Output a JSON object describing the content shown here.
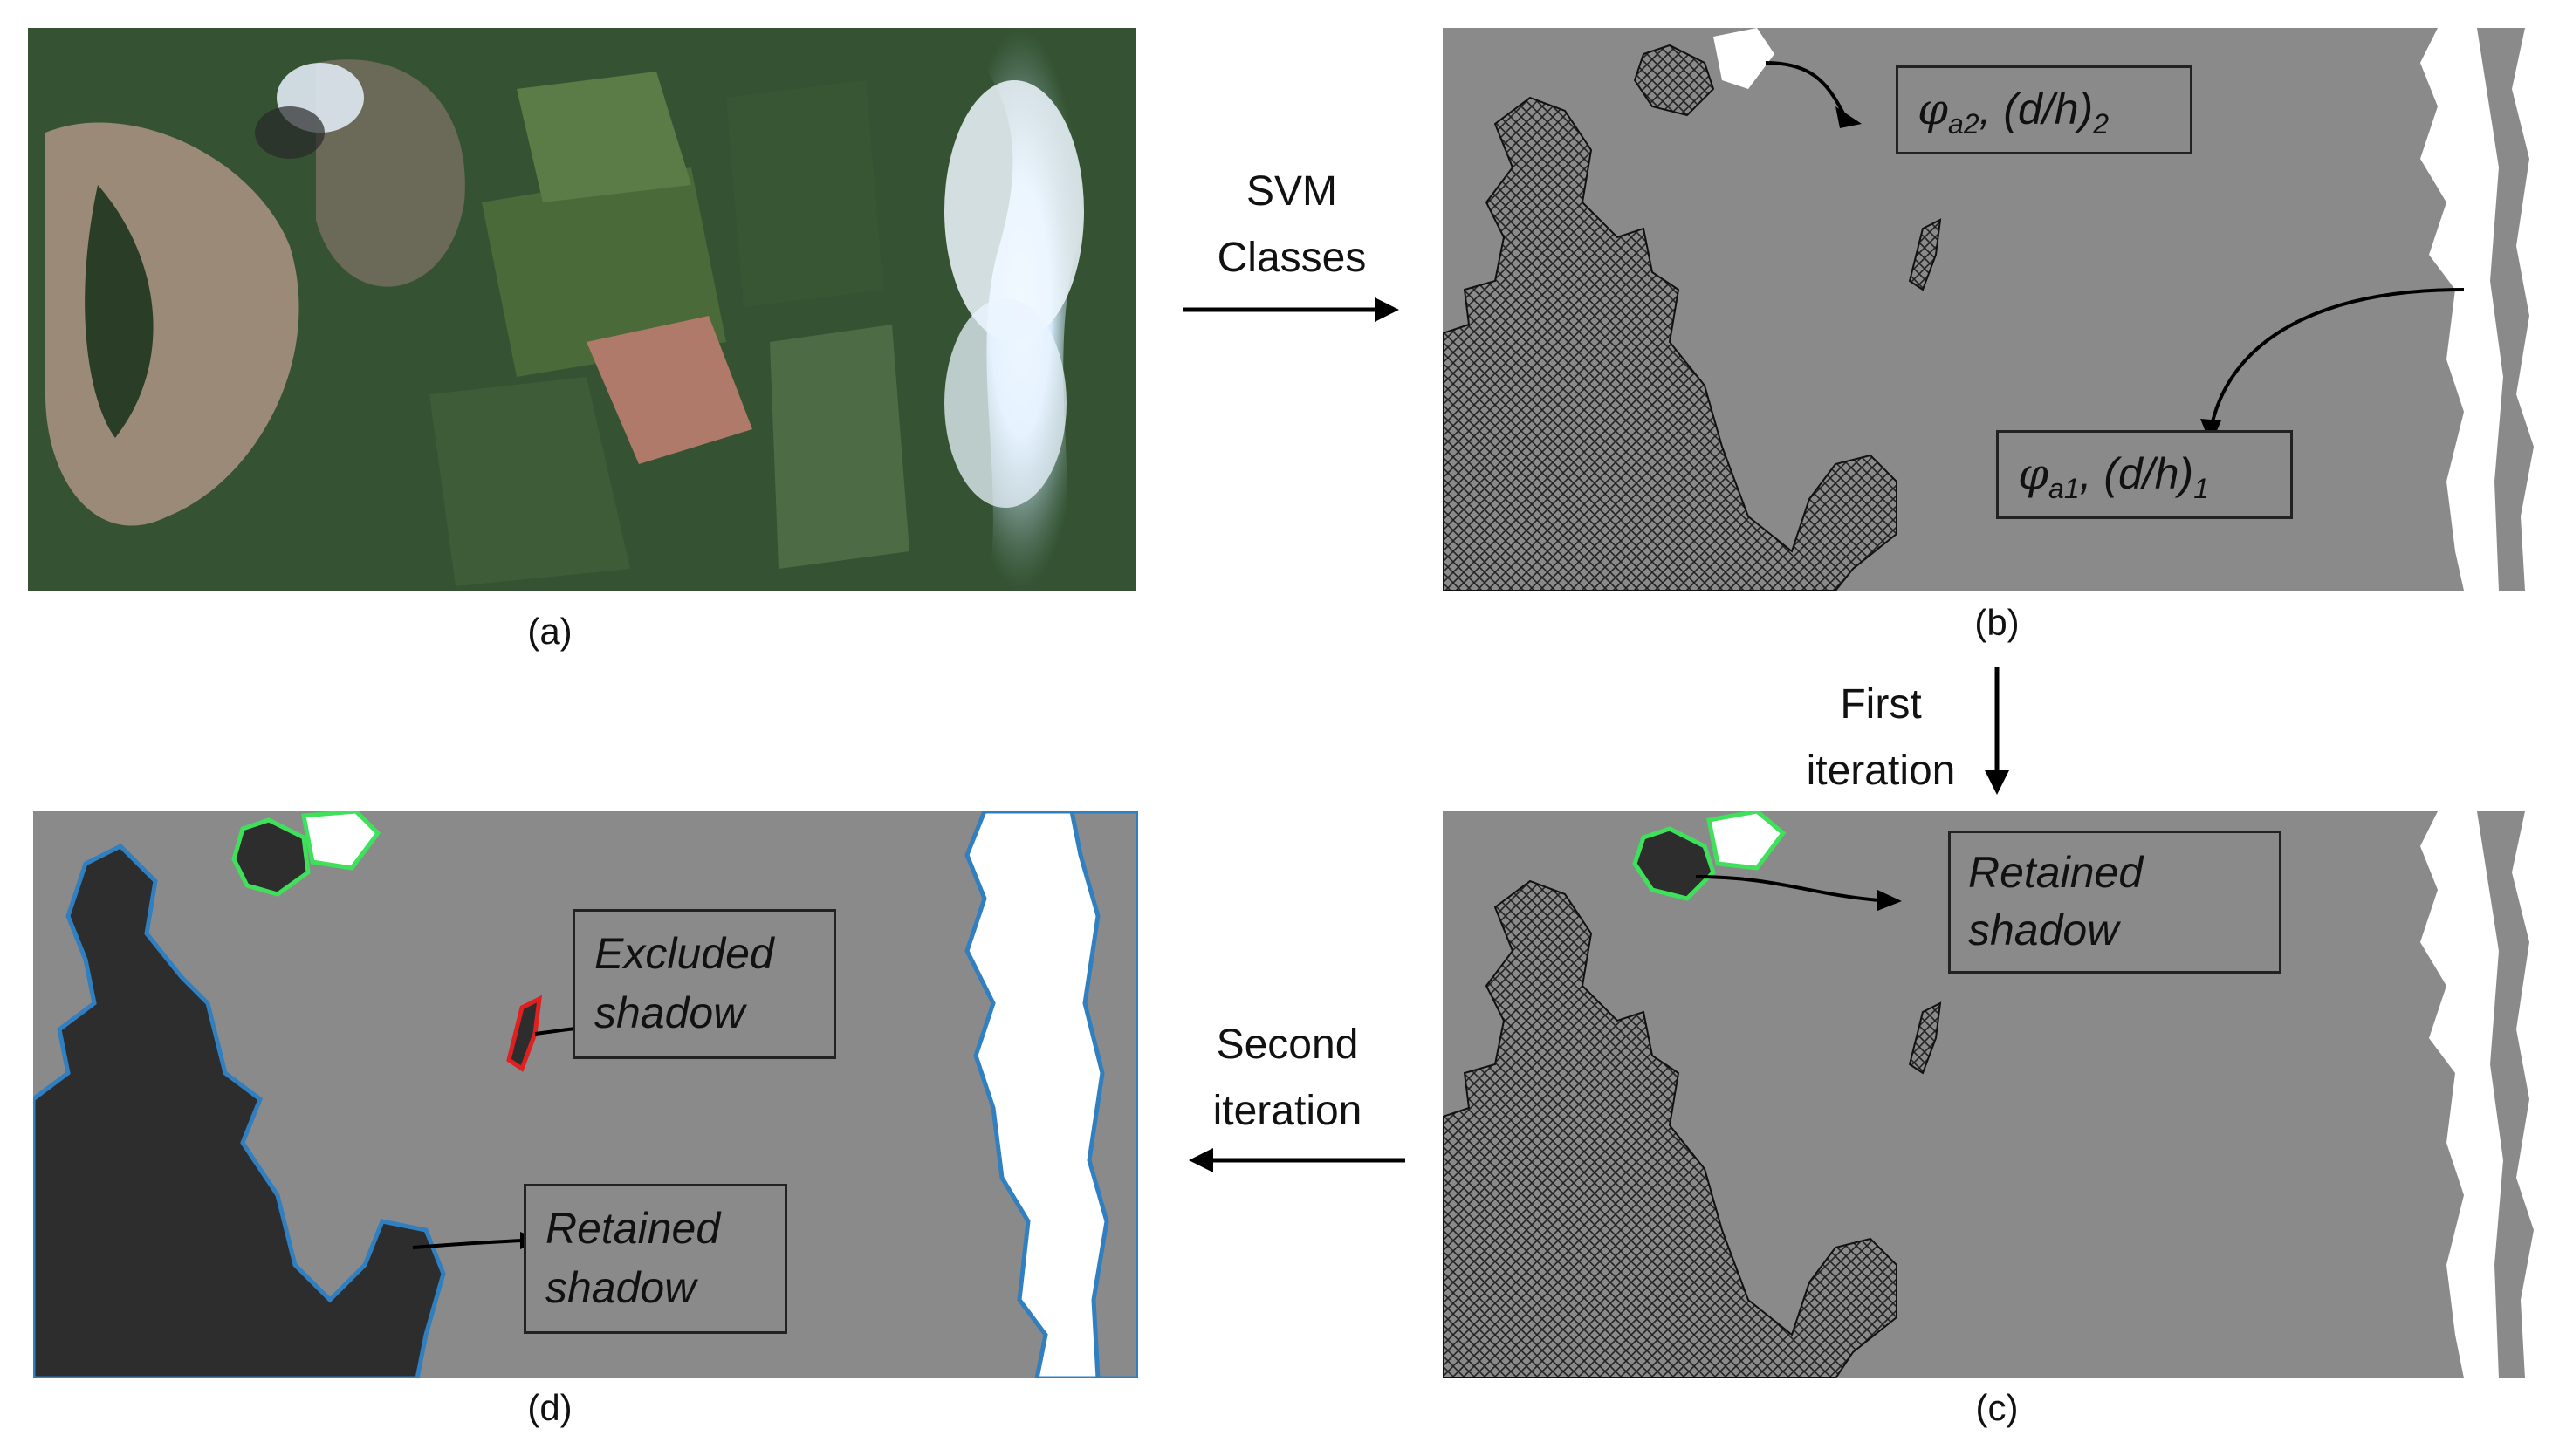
{
  "panels": {
    "a": {
      "caption": "(a)"
    },
    "b": {
      "caption": "(b)"
    },
    "c": {
      "caption": "(c)"
    },
    "d": {
      "caption": "(d)"
    }
  },
  "steps": {
    "svm": {
      "line1": "SVM",
      "line2": "Classes"
    },
    "first": {
      "line1": "First",
      "line2": "iteration"
    },
    "second": {
      "line1": "Second",
      "line2": "iteration"
    }
  },
  "annotations": {
    "b_box1": {
      "phi": "φ",
      "sub": "a2",
      "rest": ", (d/h)",
      "sub2": "2"
    },
    "b_box2": {
      "phi": "φ",
      "sub": "a1",
      "rest": ", (d/h)",
      "sub2": "1"
    },
    "c_retained": {
      "line1": "Retained",
      "line2": "shadow"
    },
    "d_excluded": {
      "line1": "Excluded",
      "line2": "shadow"
    },
    "d_retained": {
      "line1": "Retained",
      "line2": "shadow"
    }
  },
  "colors": {
    "gray_background": "#8a8a8a",
    "shadow_dark": "#2d2d2d",
    "cloud_white": "#ffffff",
    "retained_outline_green": "#3fe05a",
    "excluded_outline_red": "#e02020",
    "retained_outline_blue": "#2f7fc1"
  }
}
